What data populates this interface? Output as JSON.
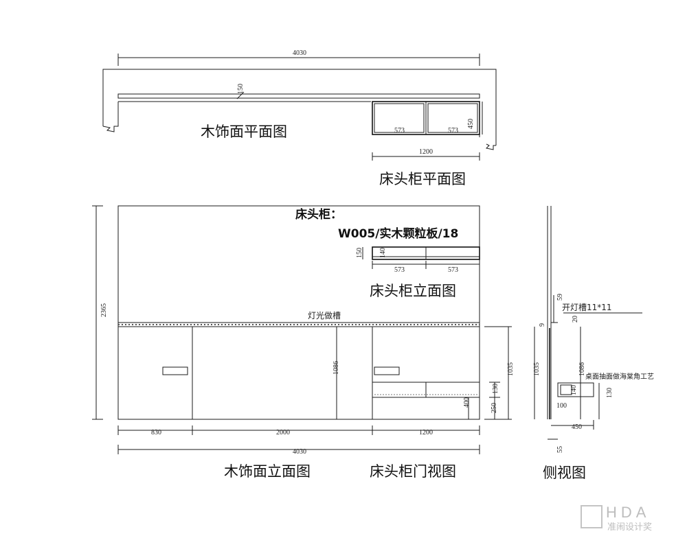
{
  "titles": {
    "wood_plan": "木饰面平面图",
    "cabinet_plan": "床头柜平面图",
    "cabinet_elevation": "床头柜立面图",
    "wood_elevation": "木饰面立面图",
    "cabinet_door": "床头柜门视图",
    "side_view": "侧视图"
  },
  "notes": {
    "cabinet_heading": "床头柜：",
    "cabinet_material": "W005/实木颗粒板/18",
    "light_slot": "灯光做槽",
    "open_light_slot": "开灯槽11*11",
    "desktop_craft": "桌面抽面做海棠角工艺"
  },
  "dims": {
    "plan_total": "4030",
    "plan_thick": "150",
    "plan_bay1": "573",
    "plan_bay2": "573",
    "plan_depth": "450",
    "plan_cab_width": "1200",
    "elev_cab_h": "150",
    "elev_cab_inner": "140",
    "elev_bay1": "573",
    "elev_bay2": "573",
    "total_height": "2365",
    "panel_h": "1086",
    "seg1": "830",
    "seg2": "2000",
    "seg3": "1200",
    "bottom_total": "4030",
    "door_h_outer": "1035",
    "door_upper": "1086",
    "door_130": "130",
    "door_250": "250",
    "door_400": "400",
    "side_59": "59",
    "side_9": "9",
    "side_20": "20",
    "side_1035": "1035",
    "side_1086": "1086",
    "side_140": "140",
    "side_130": "130",
    "side_100": "100",
    "side_450": "450",
    "side_55": "55"
  },
  "watermark": {
    "brand": "HDA",
    "tagline": "准闹设计奖"
  }
}
